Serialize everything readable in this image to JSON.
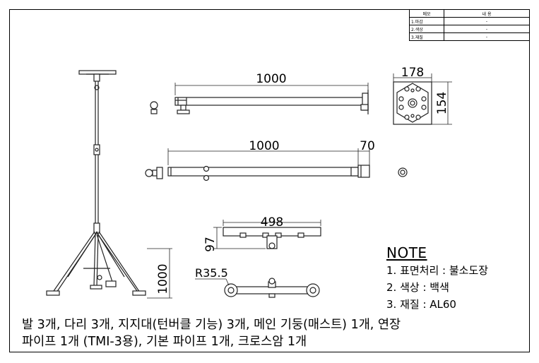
{
  "memo_table": {
    "headers": [
      "메모",
      "내 용"
    ],
    "rows": [
      {
        "label": "1.마감",
        "value": "-"
      },
      {
        "label": "2.색상",
        "value": "-"
      },
      {
        "label": "3.재질",
        "value": "-"
      }
    ]
  },
  "dimensions": {
    "stand_height": "1000",
    "upper_pipe_length": "1000",
    "plate_width": "178",
    "plate_height": "154",
    "lower_pipe_length": "1000",
    "lower_pipe_end": "70",
    "crossarm_width": "498",
    "crossarm_height": "97",
    "crossarm_radius": "R35.5"
  },
  "note": {
    "title": "NOTE",
    "items": [
      "1. 표면처리 : 불소도장",
      "2. 색상 : 백색",
      "3. 재질 : AL60"
    ]
  },
  "caption": {
    "line1": "발 3개, 다리 3개, 지지대(턴버클 기능) 3개, 메인 기둥(매스트) 1개, 연장",
    "line2": "파이프 1개 (TMI-3용), 기본 파이프 1개, 크로스암 1개"
  }
}
